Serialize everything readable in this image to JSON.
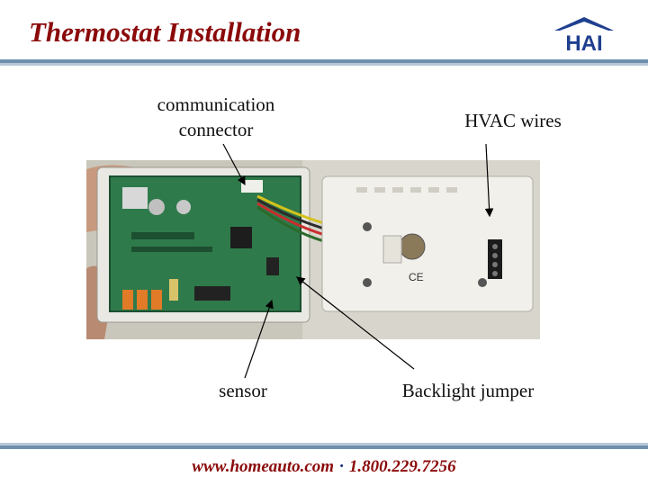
{
  "slide": {
    "title": "Thermostat Installation",
    "logo_text": "HAI",
    "footer_url": "www.homeauto.com",
    "footer_separator": "·",
    "footer_phone": "1.800.229.7256"
  },
  "labels": {
    "communication_connector": "communication connector",
    "hvac_wires": "HVAC wires",
    "sensor": "sensor",
    "backlight_jumper": "Backlight jumper"
  },
  "colors": {
    "title": "#8b0a0a",
    "band": "#6f8fb0",
    "logo": "#1f3f8f"
  }
}
